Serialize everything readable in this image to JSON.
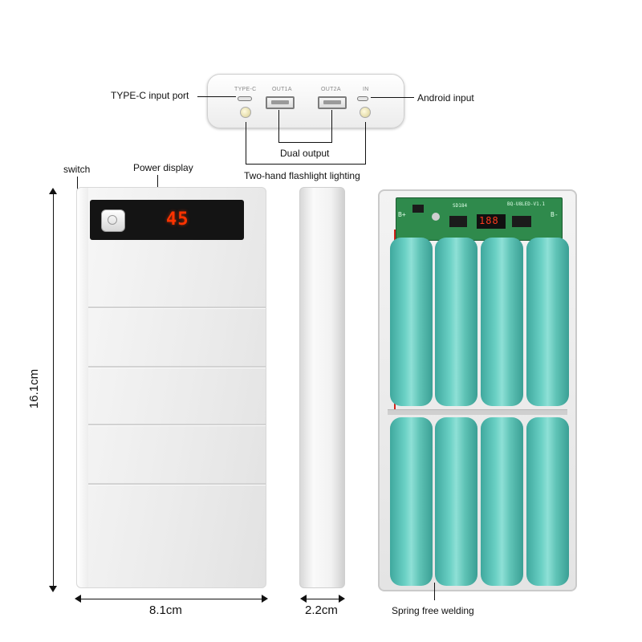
{
  "labels": {
    "type_c_input": "TYPE-C input port",
    "android_input": "Android input",
    "dual_output": "Dual output",
    "flashlight": "Two-hand flashlight lighting",
    "switch": "switch",
    "power_display": "Power display",
    "spring_free": "Spring free welding"
  },
  "ports": {
    "type_c": "TYPE-C",
    "out1": "OUT1A",
    "out2": "OUT2A",
    "in": "IN"
  },
  "display": {
    "digits": "45"
  },
  "pcb": {
    "display_digits": "188",
    "model": "BQ-U8LED-V1.1",
    "b_plus": "B+",
    "b_minus": "B-",
    "chip_text": "SD184"
  },
  "dimensions": {
    "height": "16.1cm",
    "width": "8.1cm",
    "depth": "2.2cm"
  },
  "colors": {
    "battery_cell": "#6ad0c4",
    "pcb": "#2f8a4c",
    "led_digits": "#ff3300",
    "wire": "#d0241a"
  },
  "icons": {
    "switch": "power-icon"
  }
}
